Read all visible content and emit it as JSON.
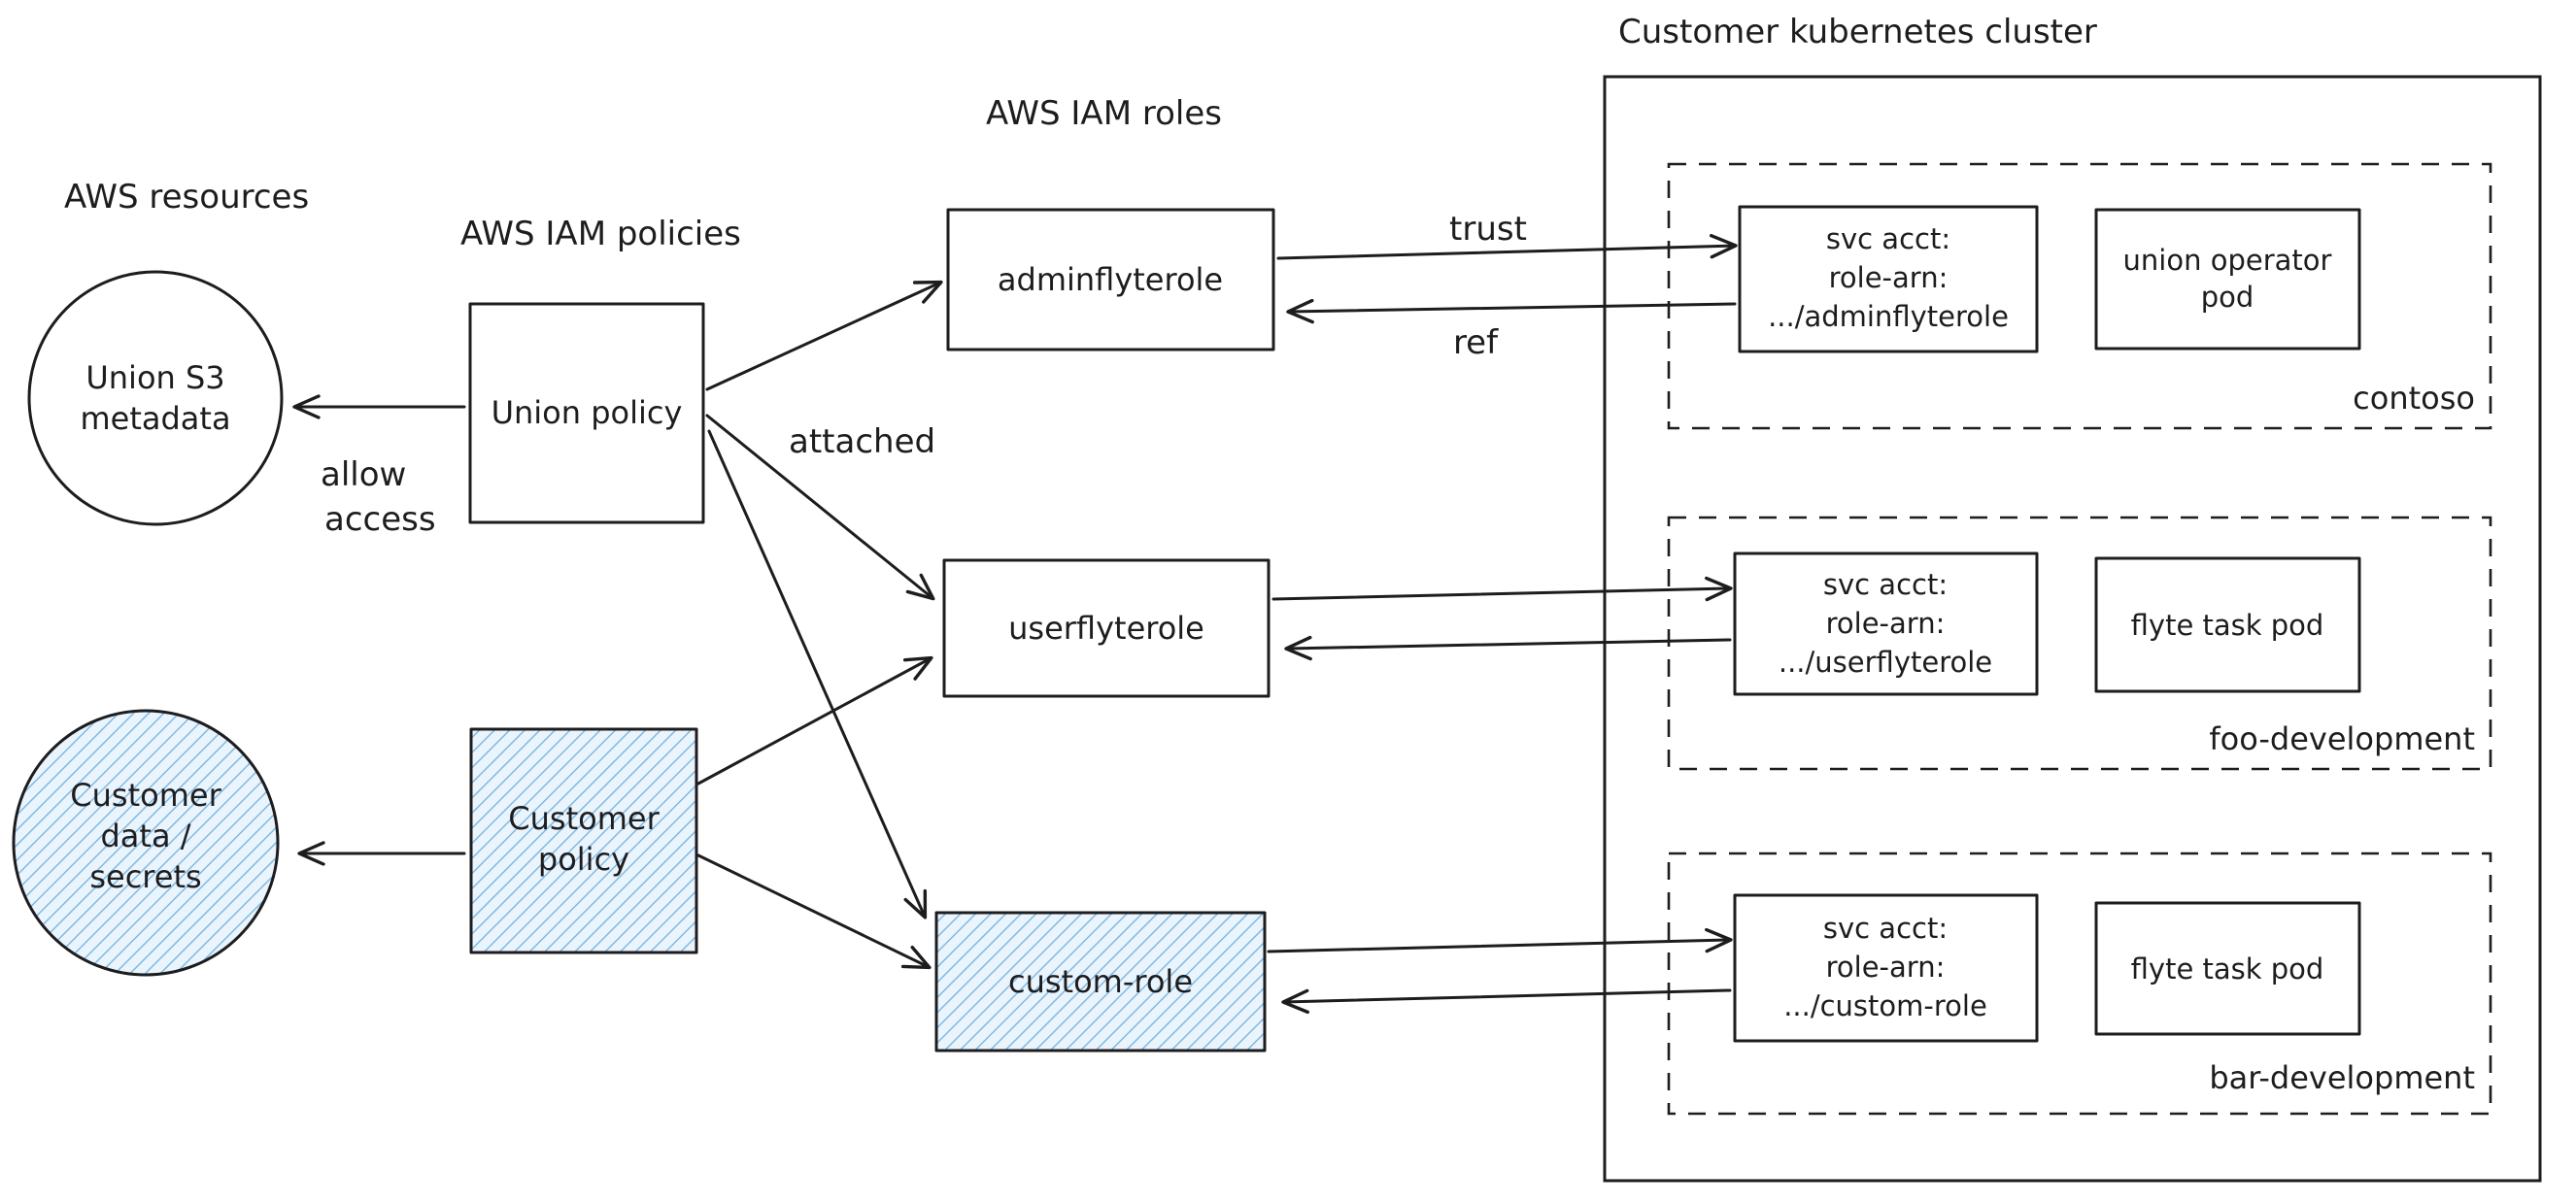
{
  "colors": {
    "stroke": "#1d1d1f",
    "text": "#1d1d1f",
    "hatch_line": "#79b6e2",
    "hatch_bg": "#eaf4fc",
    "background": "#ffffff"
  },
  "labels": {
    "aws_resources": "AWS resources",
    "aws_iam_policies": "AWS IAM policies",
    "aws_iam_roles": "AWS IAM roles",
    "attached": "attached",
    "allow_l1": "allow",
    "allow_l2": "access",
    "trust": "trust",
    "ref": "ref",
    "cluster_title": "Customer kubernetes cluster"
  },
  "nodes": {
    "union_s3": {
      "l1": "Union S3",
      "l2": "metadata"
    },
    "union_policy": {
      "l1": "Union policy"
    },
    "customer_data": {
      "l1": "Customer",
      "l2": "data /",
      "l3": "secrets"
    },
    "customer_policy": {
      "l1": "Customer",
      "l2": "policy"
    },
    "adminflyterole": {
      "l1": "adminflyterole"
    },
    "userflyterole": {
      "l1": "userflyterole"
    },
    "custom_role": {
      "l1": "custom-role"
    }
  },
  "cluster": {
    "namespaces": [
      {
        "name": "contoso",
        "svc": {
          "l1": "svc acct:",
          "l2": "role-arn:",
          "l3": ".../adminflyterole"
        },
        "pod": {
          "l1": "union operator",
          "l2": "pod"
        }
      },
      {
        "name": "foo-development",
        "svc": {
          "l1": "svc acct:",
          "l2": "role-arn:",
          "l3": ".../userflyterole"
        },
        "pod": {
          "l1": "flyte task pod"
        }
      },
      {
        "name": "bar-development",
        "svc": {
          "l1": "svc acct:",
          "l2": "role-arn:",
          "l3": ".../custom-role"
        },
        "pod": {
          "l1": "flyte task pod"
        }
      }
    ]
  }
}
